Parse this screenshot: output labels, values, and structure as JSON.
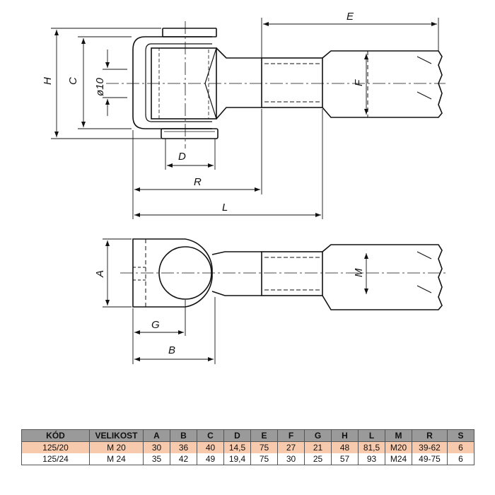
{
  "labels": {
    "E": "E",
    "H": "H",
    "C": "C",
    "phi": "ø10",
    "F": "F",
    "D": "D",
    "R": "R",
    "L": "L",
    "A": "A",
    "M": "M",
    "G": "G",
    "B": "B"
  },
  "table": {
    "headers": [
      "KÓD",
      "VELIKOST",
      "A",
      "B",
      "C",
      "D",
      "E",
      "F",
      "G",
      "H",
      "L",
      "M",
      "R",
      "S"
    ],
    "rows": [
      [
        "125/20",
        "M 20",
        "30",
        "36",
        "40",
        "14,5",
        "75",
        "27",
        "21",
        "48",
        "81,5",
        "M20",
        "39-62",
        "6"
      ],
      [
        "125/24",
        "M 24",
        "35",
        "42",
        "49",
        "19,4",
        "75",
        "30",
        "25",
        "57",
        "93",
        "M24",
        "49-75",
        "6"
      ]
    ],
    "highlight_row": 0,
    "colors": {
      "header_bg": "#9a9a9a",
      "highlight_bg": "#f7c9ad"
    }
  }
}
